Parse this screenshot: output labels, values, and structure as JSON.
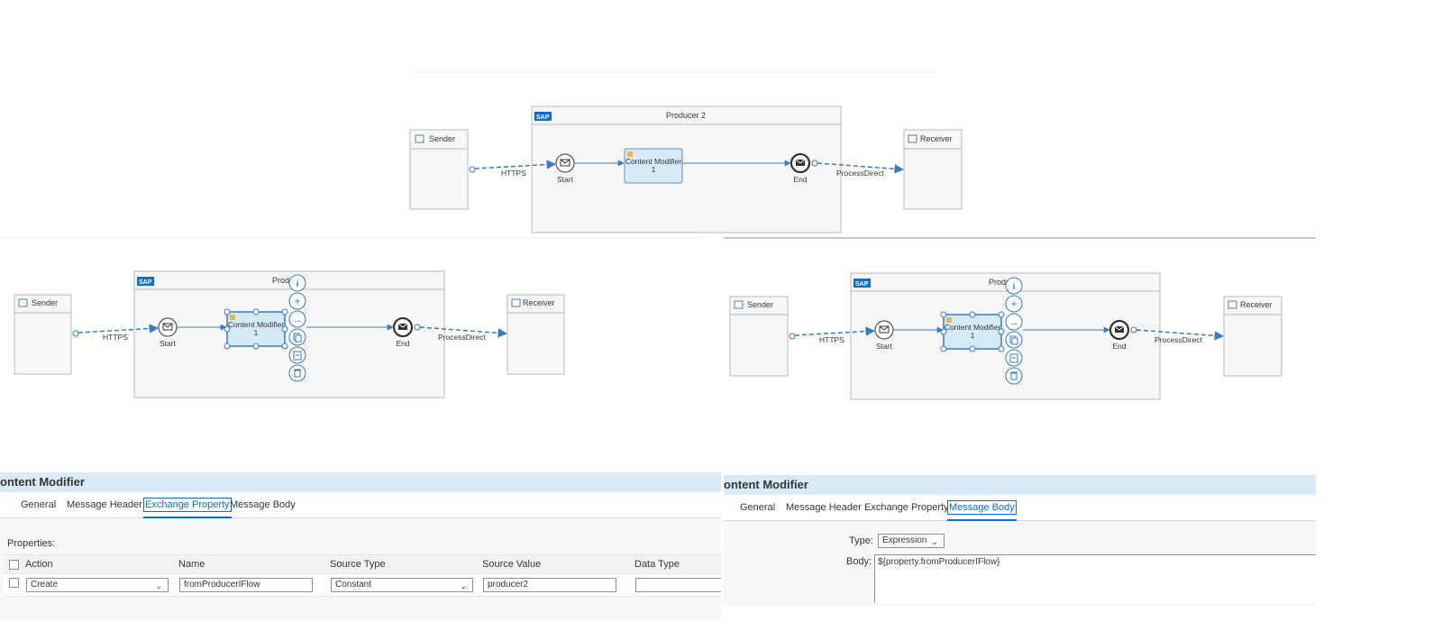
{
  "diagram": {
    "pool_title": "Producer 2",
    "pool_title_partial": "Produ",
    "sender": "Sender",
    "receiver": "Receiver",
    "start": "Start",
    "end": "End",
    "step_line1": "Content Modifier",
    "step_line2": "1",
    "sender_channel": "HTTPS",
    "receiver_channel": "ProcessDirect",
    "sap_logo": "SAP"
  },
  "colors": {
    "accent": "#0a6ed1",
    "step_fill": "#d5e9f7",
    "connector": "#3b7bbf",
    "header_bg": "#dbeaf8"
  },
  "context_icons": [
    "info-icon",
    "add-icon",
    "connect-arrow-icon",
    "copy-icon",
    "paste-icon",
    "delete-icon"
  ],
  "left_panel": {
    "title": "ontent Modifier",
    "grip": "···",
    "tabs": [
      "General",
      "Message Header",
      "Exchange Property",
      "Message Body"
    ],
    "active_tab": "Exchange Property",
    "properties_label": "Properties:",
    "columns": [
      "Action",
      "Name",
      "Source Type",
      "Source Value",
      "Data Type"
    ],
    "row": {
      "action": "Create",
      "name": "fromProducerIFlow",
      "source_type": "Constant",
      "source_value": "producer2",
      "data_type": ""
    }
  },
  "right_panel": {
    "title": "ontent Modifier",
    "grip": "···",
    "tabs": [
      "General",
      "Message Header",
      "Exchange Property",
      "Message Body"
    ],
    "active_tab": "Message Body",
    "type_label": "Type:",
    "type_value": "Expression",
    "body_label": "Body:",
    "body_value": "${property.fromProducerIFlow}"
  }
}
